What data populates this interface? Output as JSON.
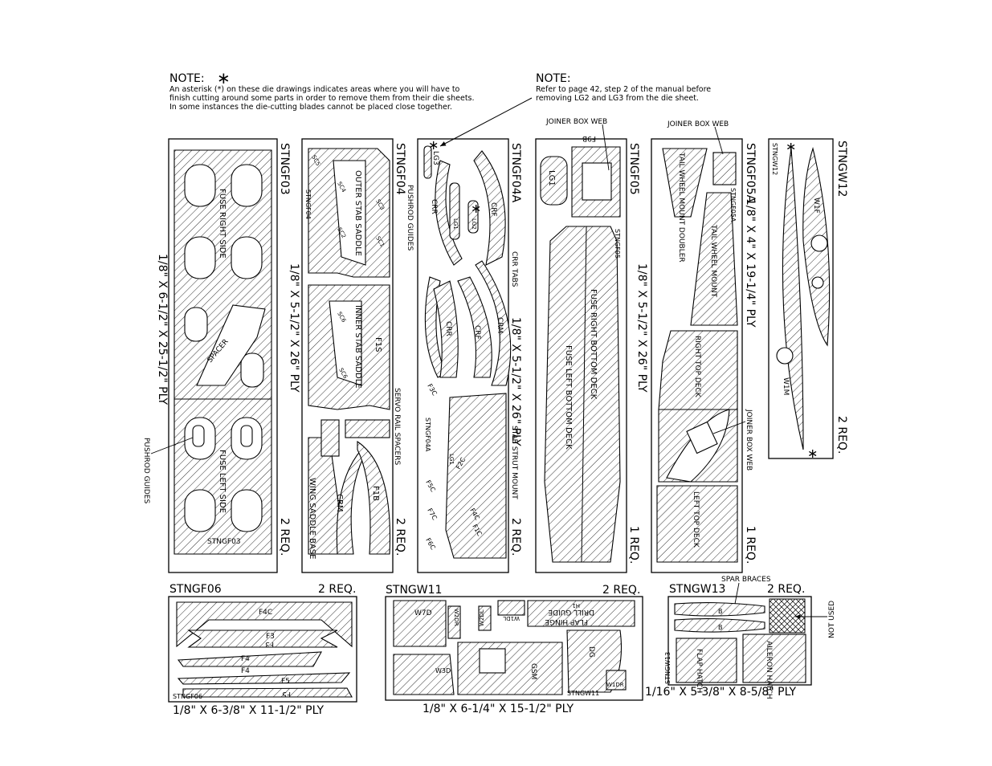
{
  "notes": {
    "left": {
      "heading": "NOTE:",
      "symbol": "∗",
      "lines": [
        "An asterisk (*) on these die drawings indicates areas where you will have to",
        "finish cutting around some parts in order to remove them from their die sheets.",
        "In some instances the die-cutting blades cannot be placed close together."
      ]
    },
    "right": {
      "heading": "NOTE:",
      "lines": [
        "Refer to page 42, step 2 of the manual before",
        "removing LG2 and LG3 from the die sheet."
      ]
    }
  },
  "sheets": {
    "stngf03": {
      "title": "STNGF03",
      "size": "1/8\" X 6-1/2\" X 25-1/2\" PLY",
      "qty": "2 REQ.",
      "parts": [
        "FUSE RIGHT SIDE",
        "SPACER",
        "FUSE LEFT SIDE",
        "STNGF03"
      ],
      "callout": "PUSHROD GUIDES"
    },
    "stngf04": {
      "title": "STNGF04",
      "size": "1/8\" X 5-1/2\" X 26\" PLY",
      "qty": "2 REQ.",
      "parts": [
        "OUTER STAB SADDLE",
        "STNGF04",
        "INNER STAB SADDLE",
        "F1S",
        "WING SADDLE BASE",
        "CRM",
        "F1B"
      ],
      "side_label": "SERVO RAIL SPACERS",
      "small_parts": [
        "SC5",
        "SC4",
        "SC3",
        "SC2",
        "SC1",
        "SC6",
        "SC6"
      ]
    },
    "stngf04a": {
      "title": "STNGF04A",
      "size": "1/8\" X 5-1/2\" X 26\" PLY",
      "qty": "2 REQ.",
      "parts": [
        "LG3",
        "PUSHROD GUIDES",
        "CRR",
        "LG1",
        "LG2",
        "CRF",
        "CRR",
        "CRF",
        "CRM",
        "STNGF04A",
        "F3C",
        "F2C",
        "F5C",
        "F4C",
        "F1C",
        "F7C",
        "F6C",
        "LG1"
      ],
      "side_labels": [
        "CRR TABS",
        "STAB STRUT MOUNT"
      ]
    },
    "stngf05": {
      "title": "STNGF05",
      "size": "1/8\" X 5-1/2\" X 26\" PLY",
      "qty": "1 REQ.",
      "top_label": "JOINER BOX WEB",
      "parts": [
        "F9B",
        "LG1",
        "STNGF05",
        "FUSE RIGHT BOTTOM DECK",
        "FUSE LEFT BOTTOM DECK"
      ]
    },
    "stngf05a": {
      "title": "STNGF05A",
      "size": "1/8\" X 4\" X 19-1/4\" PLY",
      "qty": "1 REQ.",
      "top_label": "JOINER BOX WEB",
      "parts": [
        "TAIL WHEEL MOUNT DOUBLER",
        "STNGF05A",
        "TAIL WHEEL MOUNT",
        "RIGHT TOP DECK",
        "LEFT TOP DECK"
      ],
      "side_label": "JOINER BOX WEB"
    },
    "stngw12": {
      "title": "STNGW12",
      "qty": "2 REQ.",
      "parts": [
        "STNGW12",
        "W1F",
        "W1M"
      ]
    },
    "stngf06": {
      "title": "STNGF06",
      "qty": "2 REQ.",
      "size": "1/8\" X 6-3/8\" X 11-1/2\" PLY",
      "parts": [
        "F4C",
        "F3",
        "F3",
        "F4",
        "F4",
        "F5",
        "F5",
        "STNGF06"
      ]
    },
    "stngw11": {
      "title": "STNGW11",
      "qty": "2 REQ.",
      "size": "1/8\" X 6-1/4\" X 15-1/2\" PLY",
      "parts": [
        "W7D",
        "W2DR",
        "W2DL",
        "W1DL",
        "FLAP HINGE",
        "DRILL GUIDE",
        "DG",
        "W3D",
        "GSM",
        "W1DR",
        "STNGW11",
        "H1"
      ]
    },
    "stngw13": {
      "title": "STNGW13",
      "qty": "2 REQ.",
      "size": "1/16\" X 5-3/8\" X 8-5/8\" PLY",
      "top_label": "SPAR BRACES",
      "side_label": "NOT USED",
      "parts": [
        "B",
        "B",
        "FLAP HATCH",
        "AILERON HATCH",
        "STNGW13"
      ]
    }
  }
}
